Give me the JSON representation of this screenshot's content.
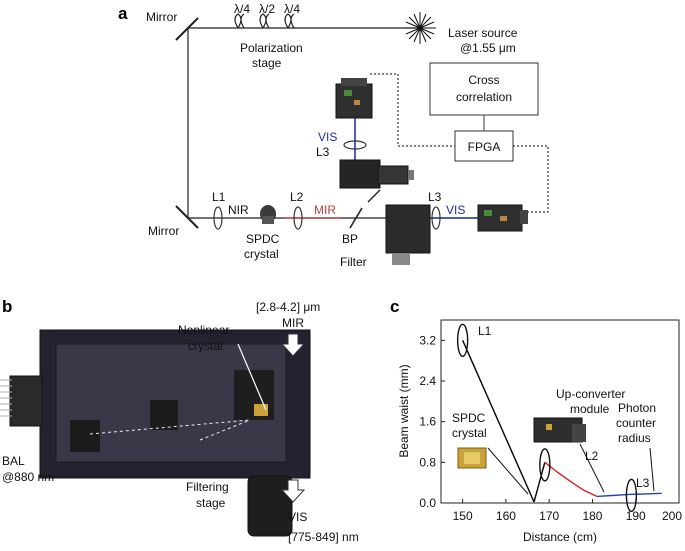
{
  "panel_a": {
    "letter": "a",
    "mirror_top": "Mirror",
    "mirror_bottom": "Mirror",
    "waveplates": [
      "λ/4",
      "λ/2",
      "λ/4"
    ],
    "polarization_stage": [
      "Polarization",
      "stage"
    ],
    "laser_source": [
      "Laser source",
      "@1.55 μm"
    ],
    "cross_correlation": [
      "Cross",
      "correlation"
    ],
    "fpga": "FPGA",
    "vis_top": "VIS",
    "l3_top": "L3",
    "l1": "L1",
    "nir": "NIR",
    "l2": "L2",
    "mir": "MIR",
    "l3_right": "L3",
    "vis_right": "VIS",
    "spdc_crystal": [
      "SPDC",
      "crystal"
    ],
    "bp_filter": [
      "BP",
      "Filter"
    ]
  },
  "panel_b": {
    "letter": "b",
    "mir_wavelength": [
      "[2.8-4.2] μm",
      "MIR"
    ],
    "nonlinear_crystal": [
      "Nonlinear",
      "crystal"
    ],
    "bal": [
      "BAL",
      "@880 nm"
    ],
    "filtering_stage": [
      "Filtering",
      "stage"
    ],
    "vis_wavelength": [
      "VIS",
      "[775-849] nm"
    ]
  },
  "panel_c": {
    "letter": "c",
    "annotations": {
      "l1": "L1",
      "l2": "L2",
      "l3": "L3",
      "up_converter": [
        "Up-converter",
        "module"
      ],
      "spdc": [
        "SPDC",
        "crystal"
      ],
      "photon_counter": [
        "Photon",
        "counter",
        "radius"
      ]
    }
  },
  "chart_data": {
    "type": "line",
    "title": "",
    "xlabel": "Distance (cm)",
    "ylabel": "Beam waist (mm)",
    "xlim": [
      145,
      200
    ],
    "ylim": [
      0,
      3.6
    ],
    "x_ticks": [
      150,
      160,
      170,
      180,
      190,
      200
    ],
    "y_ticks": [
      0.0,
      0.8,
      1.6,
      2.4,
      3.2
    ],
    "y_tick_labels": [
      "0.0",
      "0.8",
      "1.6",
      "2.4",
      "3.2"
    ],
    "series": [
      {
        "color": "#000000",
        "x": [
          150,
          166.5
        ],
        "y": [
          3.2,
          0.02
        ]
      },
      {
        "color": "#000000",
        "x": [
          166.5,
          169
        ],
        "y": [
          0.02,
          0.8
        ]
      },
      {
        "color": "#cc2222",
        "x": [
          169,
          172,
          175,
          178,
          181
        ],
        "y": [
          0.8,
          0.6,
          0.42,
          0.25,
          0.13
        ]
      },
      {
        "color": "#2244bb",
        "x": [
          181,
          185,
          189,
          193,
          196
        ],
        "y": [
          0.13,
          0.15,
          0.17,
          0.18,
          0.19
        ]
      }
    ],
    "lens_markers": [
      {
        "label": "L1",
        "x": 150,
        "y": 3.2
      },
      {
        "label": "L2",
        "x": 169,
        "y": 0.75
      },
      {
        "label": "L3",
        "x": 189,
        "y": 0.15
      }
    ],
    "colors": {
      "nir": "#000000",
      "mir": "#cc2222",
      "vis": "#2244bb"
    }
  }
}
